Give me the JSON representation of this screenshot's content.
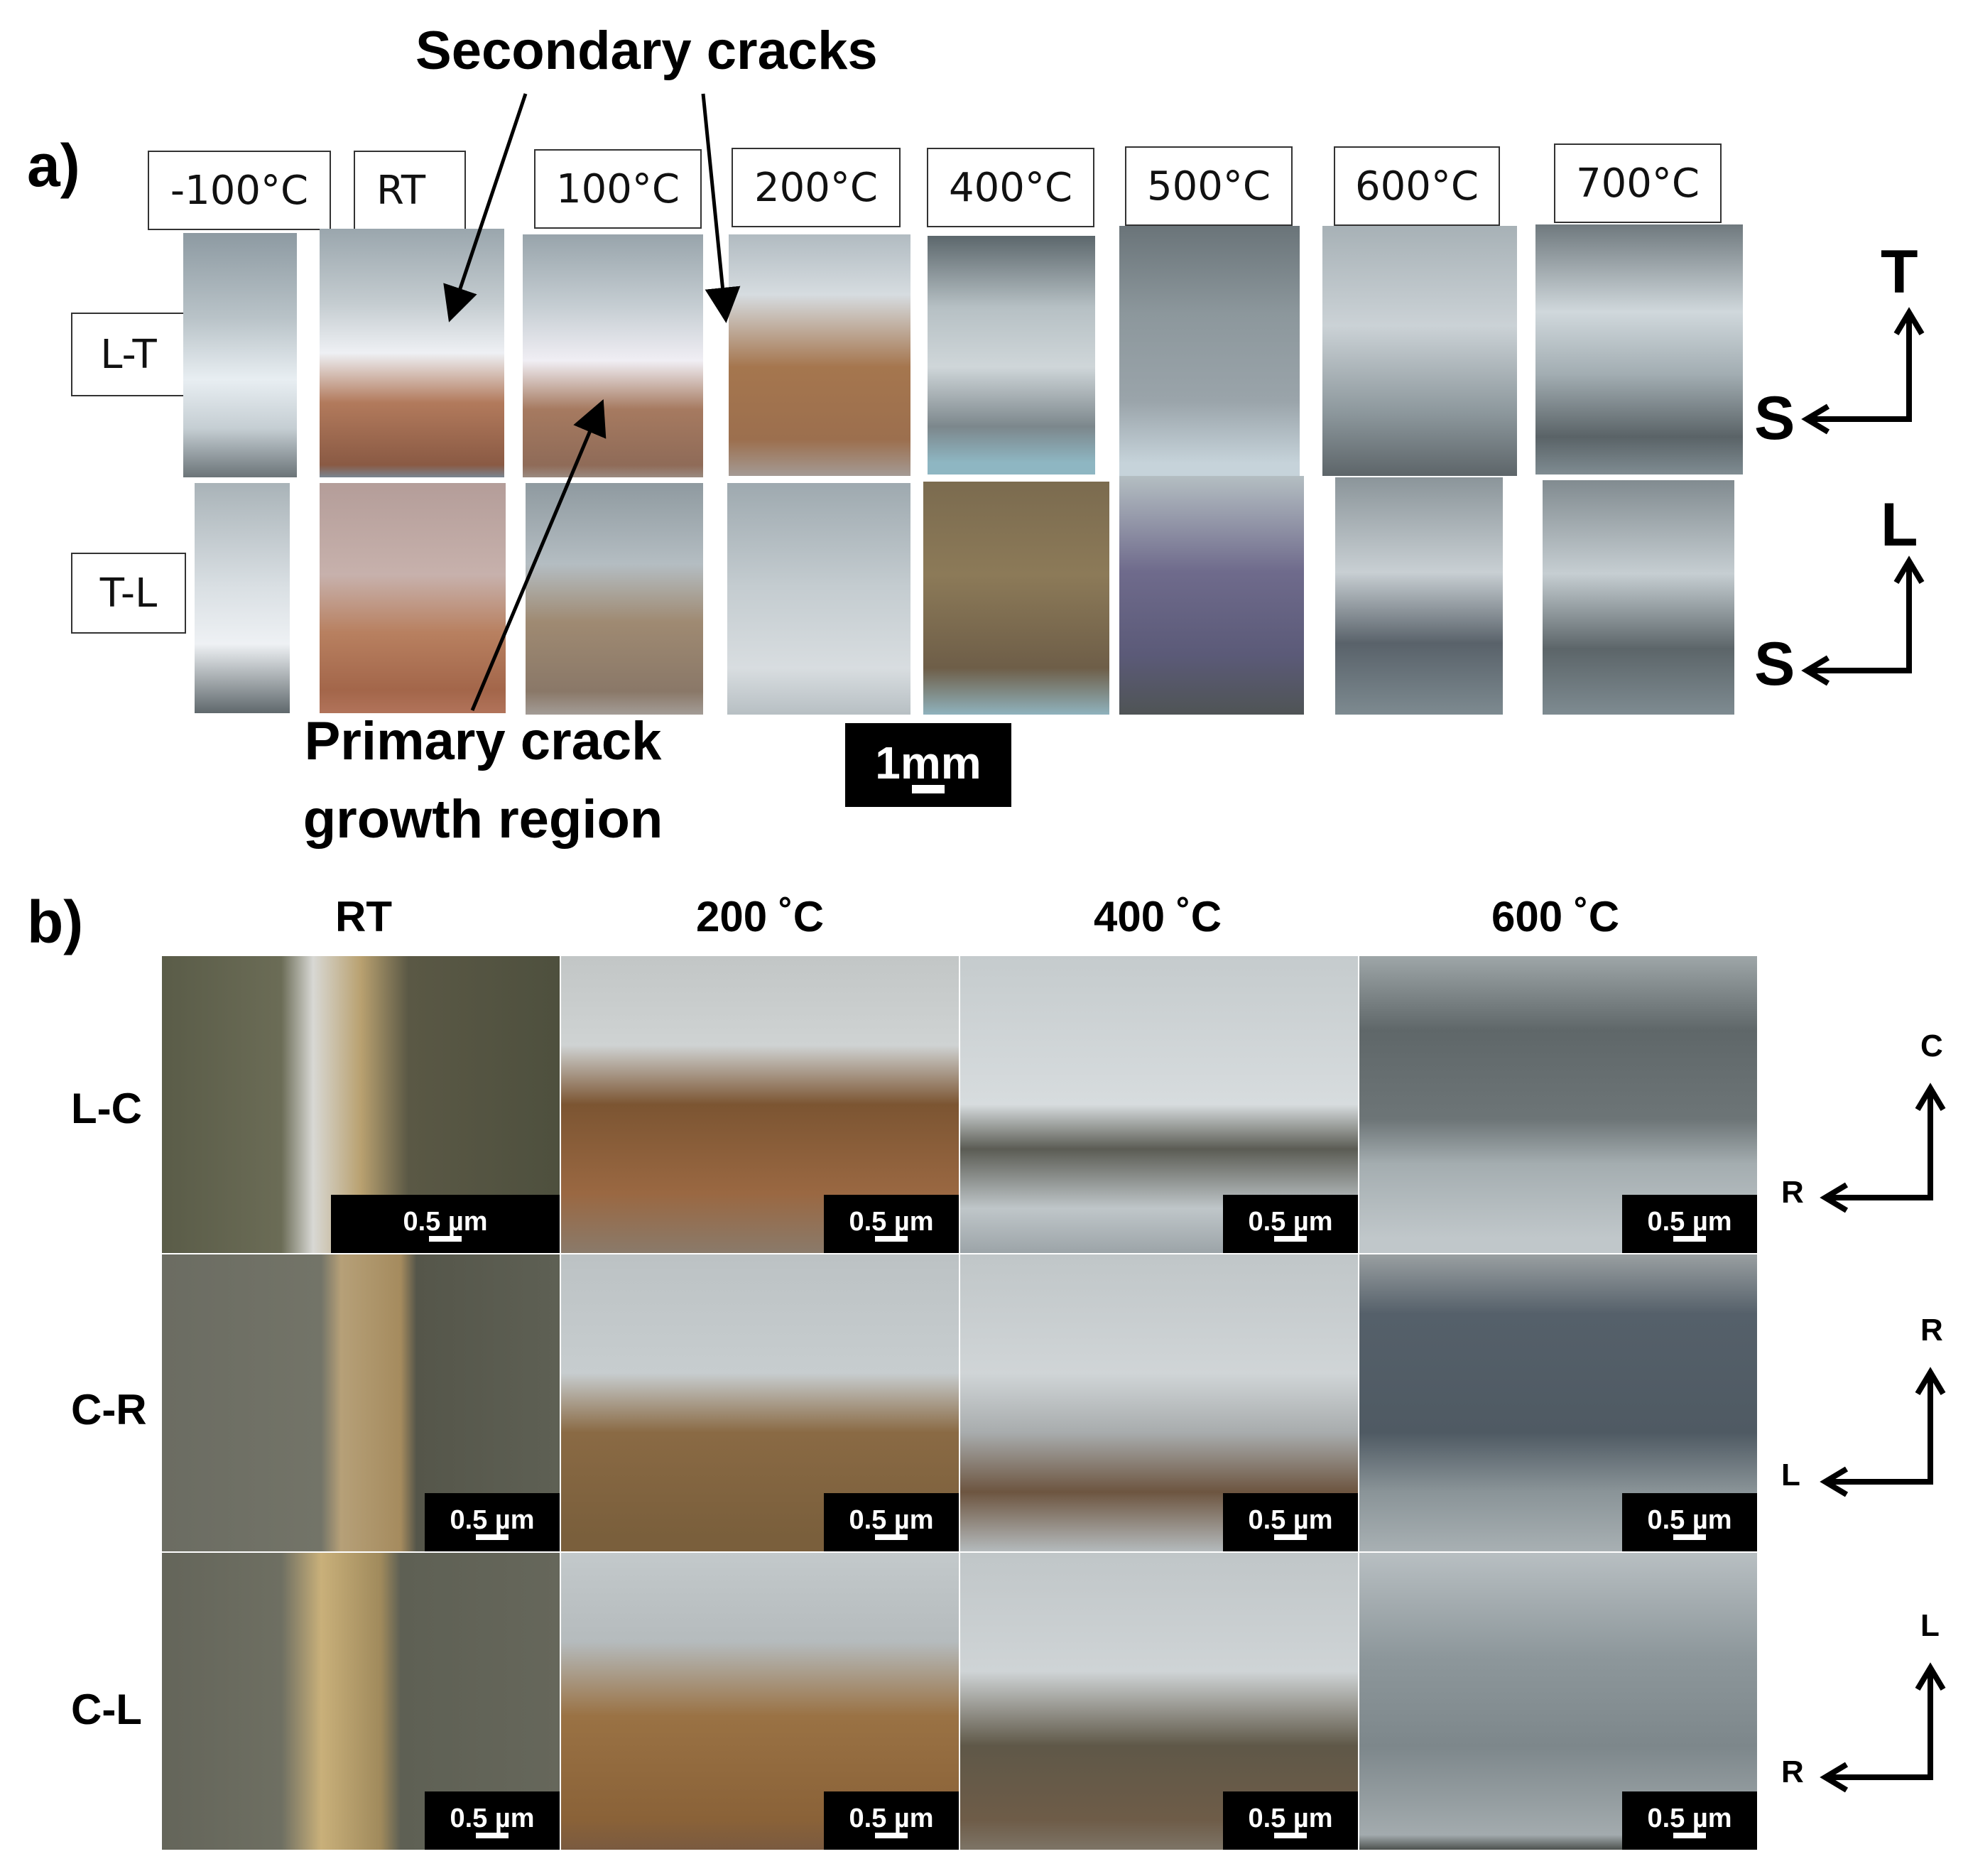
{
  "panel_a": {
    "label": "a)",
    "temperatures": [
      "-100°C",
      "RT",
      "100°C",
      "200°C",
      "400°C",
      "500°C",
      "600°C",
      "700°C"
    ],
    "rows": [
      "L-T",
      "T-L"
    ],
    "annotations": {
      "secondary": "Secondary cracks",
      "primary_line1": "Primary crack",
      "primary_line2": "growth region"
    },
    "scale_bar": "1mm",
    "axes": [
      {
        "vertical": "T",
        "horizontal": "S"
      },
      {
        "vertical": "L",
        "horizontal": "S"
      }
    ]
  },
  "panel_b": {
    "label": "b)",
    "temperatures": [
      "RT",
      "200 ˚C",
      "400 ˚C",
      "600 ˚C"
    ],
    "rows": [
      "L-C",
      "C-R",
      "C-L"
    ],
    "scale_bar": "0.5 µm",
    "axes": [
      {
        "vertical": "C",
        "horizontal": "R"
      },
      {
        "vertical": "R",
        "horizontal": "L"
      },
      {
        "vertical": "L",
        "horizontal": "R"
      }
    ]
  },
  "colors": {
    "background": "#ffffff",
    "frame": "#333333",
    "scalebar_bg": "#000000"
  }
}
